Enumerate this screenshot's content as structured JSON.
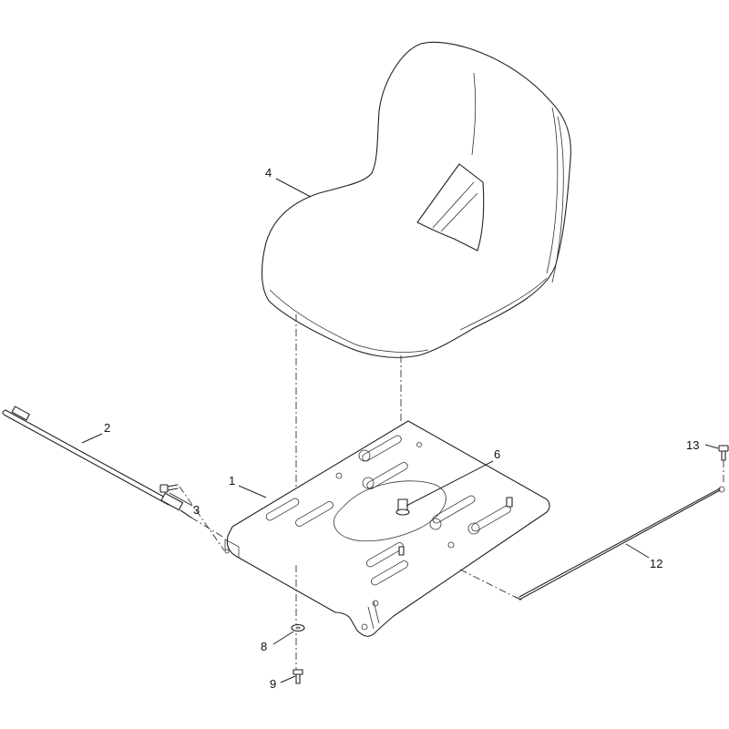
{
  "callouts": {
    "c1": "1",
    "c2": "2",
    "c3": "3",
    "c4": "4",
    "c6": "6",
    "c8": "8",
    "c9": "9",
    "c12": "12",
    "c13": "13"
  },
  "colors": {
    "line": "#222222",
    "background": "#ffffff"
  }
}
